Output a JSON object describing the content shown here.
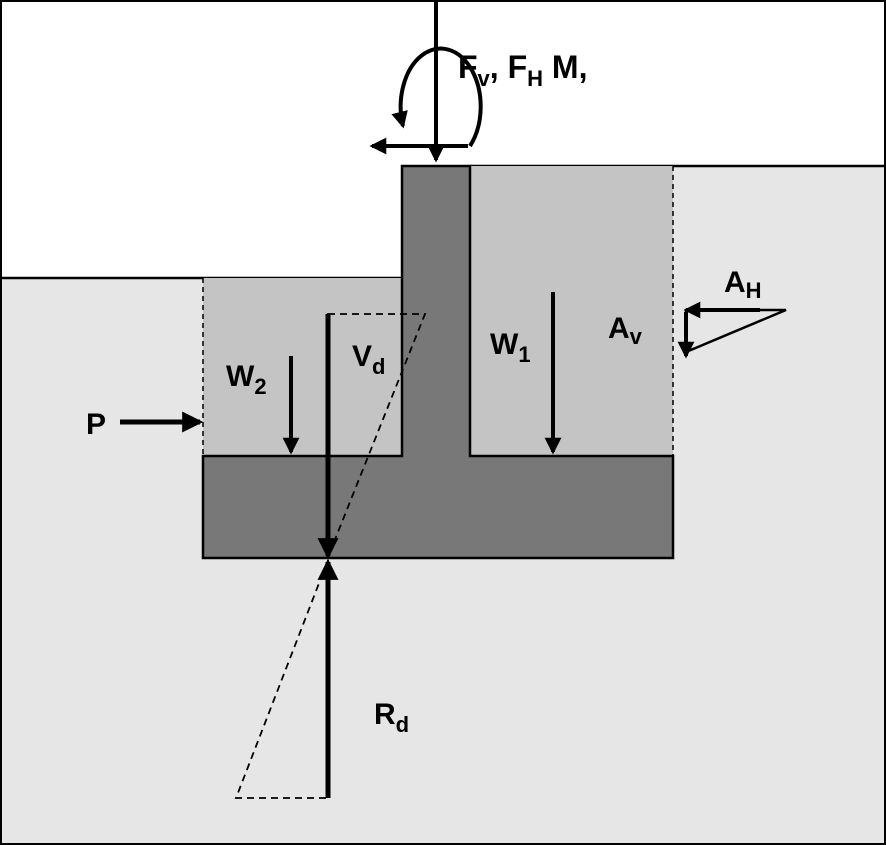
{
  "colors": {
    "soil": "#e6e6e6",
    "backfill": "#c4c4c4",
    "footing": "#787878",
    "line": "#000000"
  },
  "labels": {
    "top_loads": {
      "fv": "F",
      "fv_sub": "v",
      "sep1": ", ",
      "fh": "F",
      "fh_sub": "H",
      "m": " M,"
    },
    "w1": {
      "main": "W",
      "sub": "1"
    },
    "w2": {
      "main": "W",
      "sub": "2"
    },
    "vd": {
      "main": "V",
      "sub": "d"
    },
    "ah": {
      "main": "A",
      "sub": "H"
    },
    "av": {
      "main": "A",
      "sub": "v"
    },
    "p": {
      "main": "P"
    },
    "rd": {
      "main": "R",
      "sub": "d"
    }
  }
}
